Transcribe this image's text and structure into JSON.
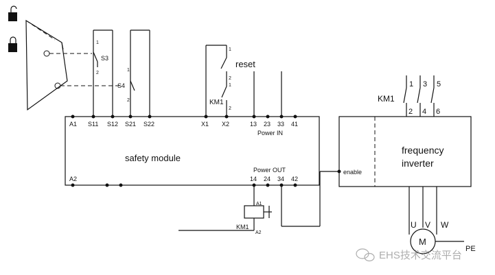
{
  "module": {
    "title": "safety module",
    "top_terminals": [
      "A1",
      "S11",
      "S12",
      "S21",
      "S22",
      "X1",
      "X2",
      "13",
      "23",
      "33",
      "41"
    ],
    "power_in": "Power IN",
    "bottom_terminals": [
      "A2",
      "14",
      "24",
      "34",
      "42"
    ],
    "power_out": "Power OUT"
  },
  "switches": {
    "s3": "S3",
    "s4": "S4",
    "s3_pin_top": "1",
    "s3_pin_bottom": "2",
    "s4_pin_top": "1",
    "s4_pin_bottom": "2"
  },
  "reset_circuit": {
    "reset_label": "reset",
    "km1_label": "KM1",
    "pin_1": "1",
    "pin_2": "2",
    "pin_km1_top": "1",
    "pin_km1_bottom": "2"
  },
  "inverter": {
    "title_line1": "frequency",
    "title_line2": "inverter",
    "enable": "enable"
  },
  "contactor": {
    "label": "KM1",
    "top_pins": [
      "1",
      "3",
      "5"
    ],
    "bottom_pins": [
      "2",
      "4",
      "6"
    ]
  },
  "coil": {
    "label": "KM1",
    "a1": "A1",
    "a2": "A2"
  },
  "motor": {
    "phases": [
      "U",
      "V",
      "W"
    ],
    "symbol": "M",
    "pe": "PE"
  },
  "watermark": "EHS技术交流平台"
}
